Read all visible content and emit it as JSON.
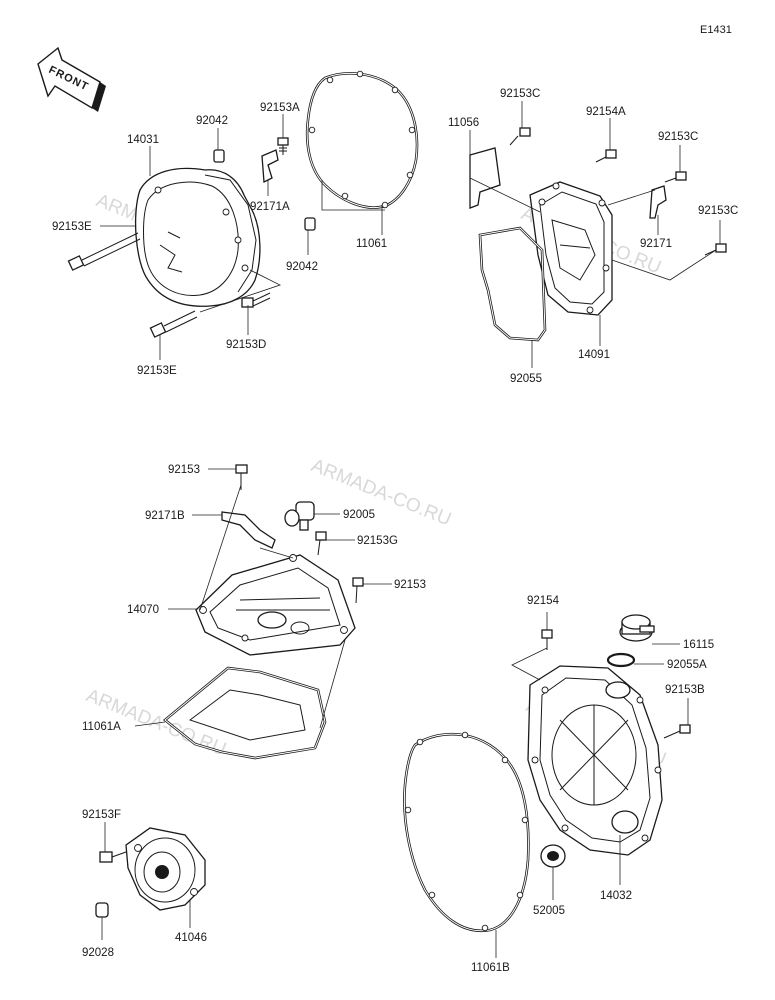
{
  "diagram_code": "E1431",
  "front_label": "FRONT",
  "watermark": "ARMADA-CO.RU",
  "parts": {
    "top_left": [
      "14031",
      "92042",
      "92153A",
      "92153E",
      "92171A",
      "92042",
      "11061",
      "92153D",
      "92153E"
    ],
    "top_right": [
      "11056",
      "92153C",
      "92154A",
      "92153C",
      "92153C",
      "92171",
      "14091",
      "92055"
    ],
    "middle": [
      "92153",
      "92171B",
      "92005",
      "92153G",
      "92153",
      "14070",
      "11061A"
    ],
    "bottom_left": [
      "92153F",
      "41046",
      "92028"
    ],
    "bottom_right": [
      "92154",
      "16115",
      "92055A",
      "92153B",
      "52005",
      "14032",
      "11061B"
    ]
  }
}
